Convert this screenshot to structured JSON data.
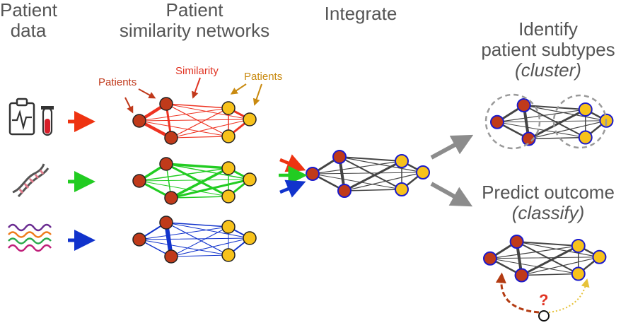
{
  "headings": {
    "patient_data": [
      "Patient",
      "data"
    ],
    "similarity_networks": [
      "Patient",
      "similarity networks"
    ],
    "integrate": "Integrate",
    "identify": [
      "Identify",
      "patient subtypes",
      "(cluster)"
    ],
    "predict": [
      "Predict outcome",
      "(classify)"
    ]
  },
  "annotations": {
    "patients_left": "Patients",
    "similarity": "Similarity",
    "patients_right": "Patients",
    "question_mark": "?"
  },
  "data_types": [
    {
      "icon": "clinical-clipboard-and-blood-tube-icon",
      "arrow_color": "#ee3311"
    },
    {
      "icon": "dna-helix-icon",
      "arrow_color": "#22cc22"
    },
    {
      "icon": "gene-expression-waves-icon",
      "arrow_color": "#1133cc"
    }
  ],
  "colors": {
    "red_edges": "#ee3322",
    "green_edges": "#22cc22",
    "blue_edges": "#1133cc",
    "integrated_edges": "#444444",
    "node_red": "#c03a1a",
    "node_yellow": "#f7c21b",
    "node_blue_ring": "#1a1acc",
    "label_red": "#c0391b",
    "label_orange": "#c98a10",
    "dashed_red": "#b33b12",
    "dotted_yellow": "#e6c23a",
    "gray_arrow": "#8c8c8c"
  }
}
